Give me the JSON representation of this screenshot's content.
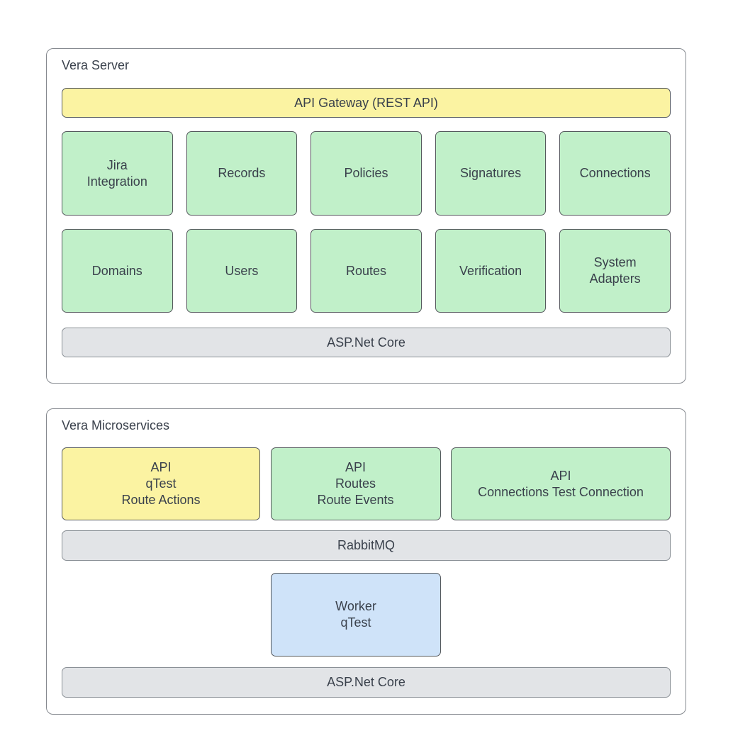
{
  "colors": {
    "box-yellow": "#FBF3A2",
    "box-green": "#C1F0C9",
    "box-blue": "#CFE3F9",
    "bar-gray": "#E2E4E7",
    "shape-border": "#55595D",
    "gray-border": "#8A9096",
    "container-border": "#85898F",
    "text": "#3A414C"
  },
  "server": {
    "title": "Vera Server",
    "gateway_label": "API Gateway (REST API)",
    "modules_row1": [
      "Jira\nIntegration",
      "Records",
      "Policies",
      "Signatures",
      "Connections"
    ],
    "modules_row2": [
      "Domains",
      "Users",
      "Routes",
      "Verification",
      "System\nAdapters"
    ],
    "platform_label": "ASP.Net Core"
  },
  "microservices": {
    "title": "Vera Microservices",
    "services": [
      "API\nqTest\nRoute Actions",
      "API\nRoutes\nRoute Events",
      "API\nConnections Test Connection"
    ],
    "bus_label": "RabbitMQ",
    "worker_label": "Worker\nqTest",
    "platform_label": "ASP.Net Core"
  }
}
